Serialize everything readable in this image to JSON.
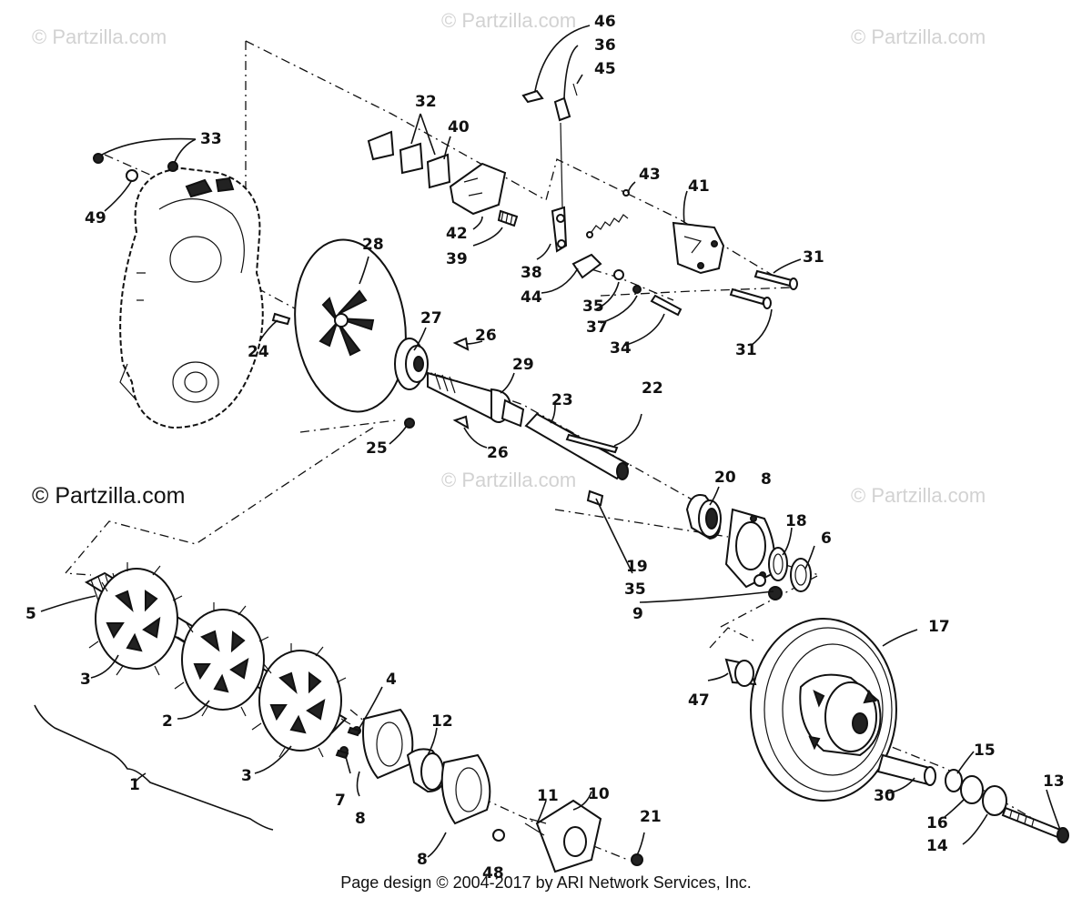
{
  "watermarks": [
    "© Partzilla.com",
    "© Partzilla.com",
    "© Partzilla.com",
    "© Partzilla.com",
    "© Partzilla.com"
  ],
  "copyright": "© Partzilla.com",
  "footer": "Page design © 2004-2017 by ARI Network Services, Inc.",
  "callouts": [
    "1",
    "2",
    "3",
    "3",
    "4",
    "5",
    "6",
    "7",
    "8",
    "8",
    "8",
    "9",
    "10",
    "11",
    "12",
    "13",
    "14",
    "15",
    "16",
    "17",
    "18",
    "19",
    "20",
    "21",
    "22",
    "23",
    "24",
    "25",
    "26",
    "26",
    "27",
    "28",
    "29",
    "30",
    "31",
    "31",
    "32",
    "33",
    "34",
    "35",
    "35",
    "36",
    "37",
    "38",
    "39",
    "40",
    "41",
    "42",
    "43",
    "44",
    "45",
    "46",
    "47",
    "48",
    "49"
  ]
}
